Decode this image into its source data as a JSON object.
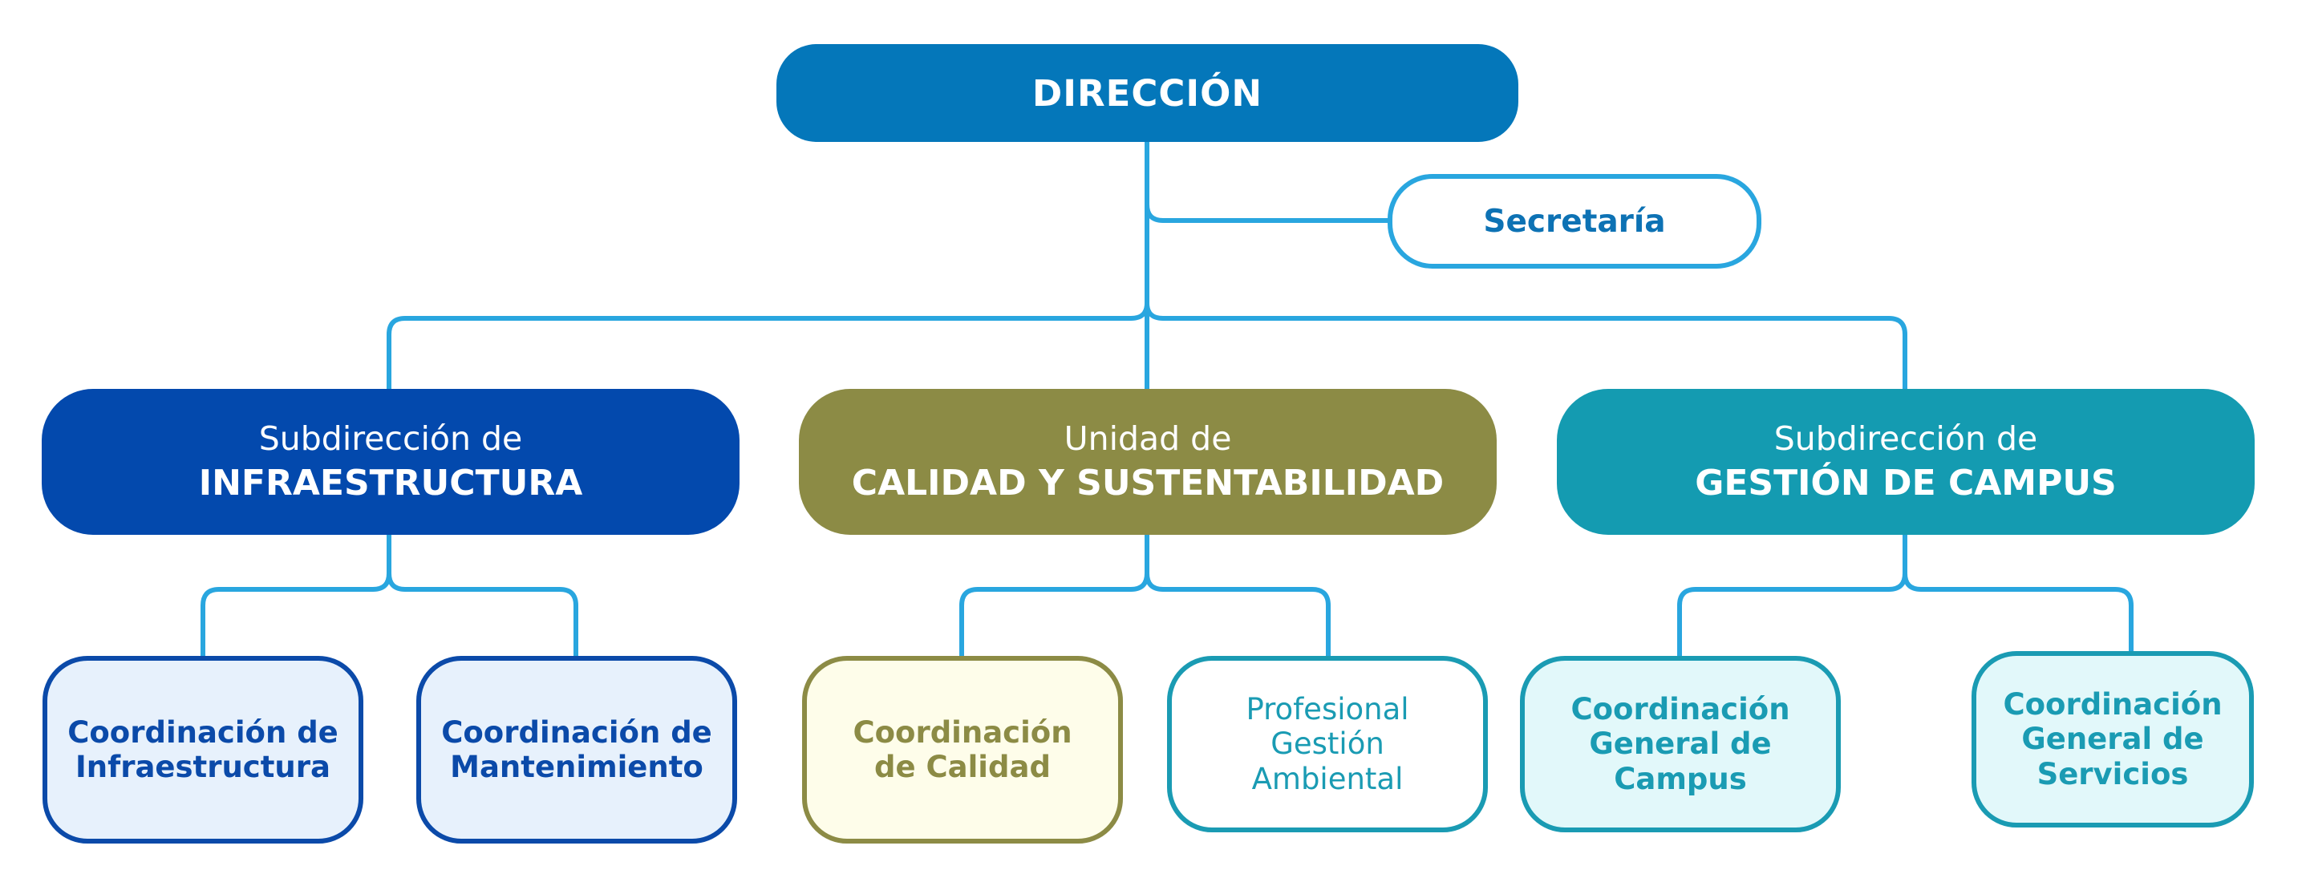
{
  "colors": {
    "connector": "#29a6df",
    "direccion": "#0477ba",
    "infraestructura": "#0349ad",
    "calidad": "#8c8b45",
    "campus": "#149bb1"
  },
  "direccion": {
    "label": "DIRECCIÓN"
  },
  "secretaria": {
    "label": "Secretaría"
  },
  "subdirecciones": [
    {
      "prefix": "Subdirección de",
      "name": "INFRAESTRUCTURA"
    },
    {
      "prefix": "Unidad de",
      "name": "CALIDAD Y SUSTENTABILIDAD"
    },
    {
      "prefix": "Subdirección de",
      "name": "GESTIÓN DE CAMPUS"
    }
  ],
  "coordinaciones": [
    {
      "line1": "Coordinación de",
      "line2": "Infraestructura"
    },
    {
      "line1": "Coordinación de",
      "line2": "Mantenimiento"
    },
    {
      "line1": "Coordinación",
      "line2": "de Calidad"
    },
    {
      "line1": "Profesional",
      "line2": "Gestión",
      "line3": "Ambiental"
    },
    {
      "line1": "Coordinación",
      "line2": "General de",
      "line3": "Campus"
    },
    {
      "line1": "Coordinación",
      "line2": "General de",
      "line3": "Servicios"
    }
  ]
}
